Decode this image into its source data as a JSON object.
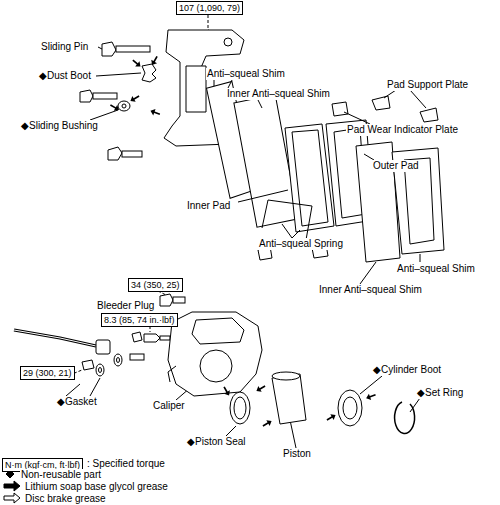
{
  "diagram": {
    "nodes": [
      {
        "text": [
          "107 (1,090, 79)"
        ]
      },
      {
        "text": [
          "34 (350, 25)"
        ]
      },
      {
        "text": [
          "8.3 (85, 74 in.·lbf)"
        ]
      },
      {
        "text": [
          "29 (300, 21)"
        ]
      },
      {
        "text": [
          "N·m (kgf·cm, ft·lbf)"
        ]
      }
    ],
    "labels": [
      "Sliding Pin",
      "◆Dust Boot",
      "◆Sliding Bushing",
      "Anti–squeal Shim",
      "Inner Anti–squeal Shim",
      "Pad Support Plate",
      "Pad Wear Indicator Plate",
      "Outer Pad",
      "Inner Pad",
      "Anti–squeal Spring",
      "Inner Anti–squeal Shim",
      "Anti–squeal Shim",
      "Bleeder Plug",
      "◆Gasket",
      "Caliper",
      "◆Piston Seal",
      "Piston",
      "◆Cylinder Boot",
      "◆Set Ring"
    ],
    "legend": [
      {
        "text": ": Specified torque"
      },
      {
        "text": "Non-reusable part"
      },
      {
        "text": "Lithium soap base glycol grease"
      },
      {
        "text": "Disc brake grease"
      }
    ]
  }
}
